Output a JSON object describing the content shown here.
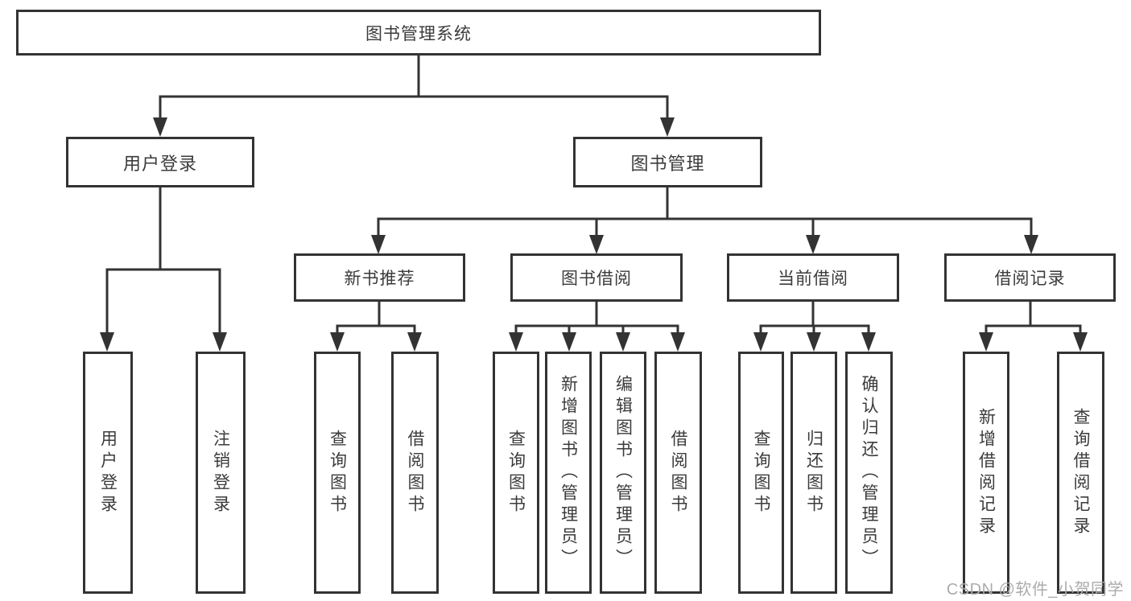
{
  "diagram": {
    "root": {
      "label": "图书管理系统",
      "children": [
        {
          "label": "用户登录",
          "children": [
            {
              "label": "用户登录"
            },
            {
              "label": "注销登录"
            }
          ]
        },
        {
          "label": "图书管理",
          "children": [
            {
              "label": "新书推荐",
              "children": [
                {
                  "label": "查询图书"
                },
                {
                  "label": "借阅图书"
                }
              ]
            },
            {
              "label": "图书借阅",
              "children": [
                {
                  "label": "查询图书"
                },
                {
                  "label": "新增图书（管理员）"
                },
                {
                  "label": "编辑图书（管理员）"
                },
                {
                  "label": "借阅图书"
                }
              ]
            },
            {
              "label": "当前借阅",
              "children": [
                {
                  "label": "查询图书"
                },
                {
                  "label": "归还图书"
                },
                {
                  "label": "确认归还（管理员）"
                }
              ]
            },
            {
              "label": "借阅记录",
              "children": [
                {
                  "label": "新增借阅记录"
                },
                {
                  "label": "查询借阅记录"
                }
              ]
            }
          ]
        }
      ]
    }
  },
  "watermark": {
    "text": "CSDN @软件_小贺同学",
    "color": "#ababab"
  },
  "colors": {
    "line": "#333333",
    "border": "#333333",
    "text": "#3b3b3b",
    "background": "#ffffff"
  }
}
